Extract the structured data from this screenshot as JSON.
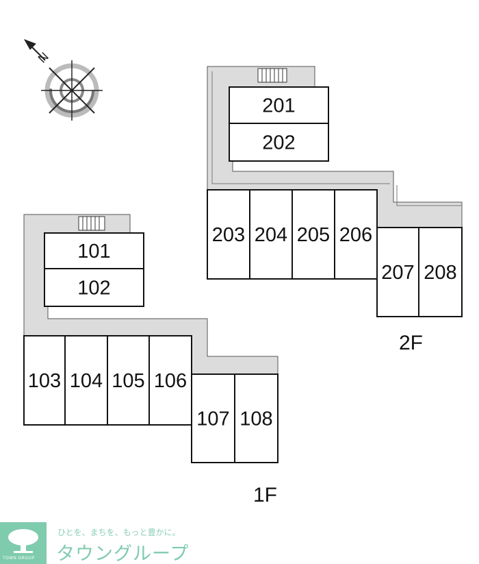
{
  "floors": {
    "second": {
      "label": "2F",
      "units": [
        "201",
        "202",
        "203",
        "204",
        "205",
        "206",
        "207",
        "208"
      ]
    },
    "first": {
      "label": "1F",
      "units": [
        "101",
        "102",
        "103",
        "104",
        "105",
        "106",
        "107",
        "108"
      ]
    }
  },
  "compass": {
    "north_label": "N"
  },
  "logo": {
    "tagline": "ひとを、まちを、もっと豊かに。",
    "brand": "タウングループ",
    "brand_en": "TOWN GROUP"
  },
  "colors": {
    "corridor": "#dcdcdc",
    "logo": "#7fcbae"
  }
}
